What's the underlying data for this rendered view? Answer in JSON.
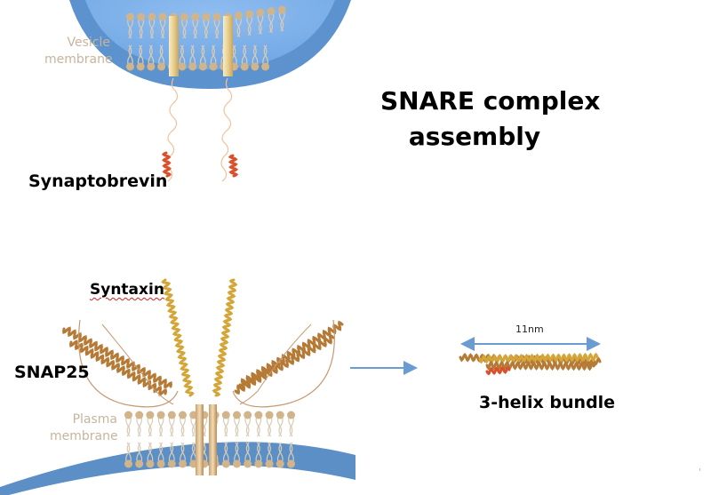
{
  "title": {
    "line1": "SNARE complex",
    "line2": "assembly"
  },
  "labels": {
    "vesicle_membrane_1": "Vesicle",
    "vesicle_membrane_2": "membrane",
    "synaptobrevin": "Synaptobrevin",
    "syntaxin": "Syntaxin",
    "snap25": "SNAP25",
    "plasma_membrane_1": "Plasma",
    "plasma_membrane_2": "membrane",
    "bundle_length": "11nm",
    "bundle": "3-helix bundle"
  },
  "colors": {
    "vesicle_fill": "#7aaee8",
    "vesicle_rim": "#5c93cf",
    "plasma_band": "#5b8fc6",
    "lipid_head": "#d1b48a",
    "lipid_tail": "#d9cbb5",
    "syntaxin_helix": "#d4a63a",
    "snap25_helix": "#b57a35",
    "synaptobrevin_helix": "#d9502a",
    "arrow": "#6a9bd1",
    "tmd": "#e7cf95"
  }
}
